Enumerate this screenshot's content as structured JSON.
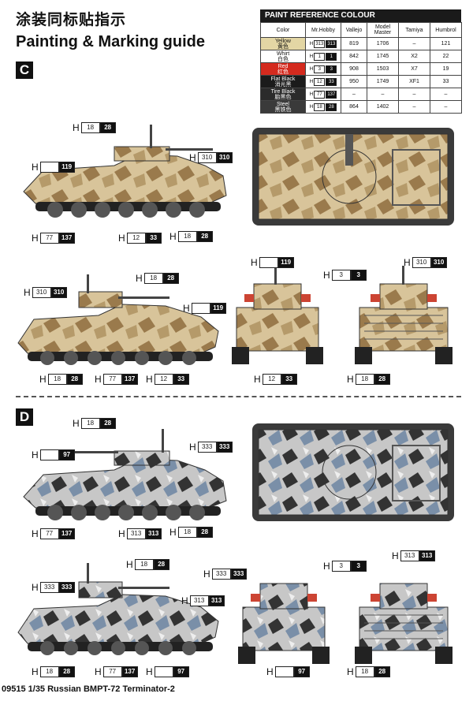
{
  "header": {
    "title_cn": "涂装同标贴指示",
    "title_en": "Painting & Marking guide"
  },
  "reference": {
    "title": "PAINT  REFERENCE COLOUR",
    "columns": [
      "Color",
      "Mr.Hobby",
      "Vallejo",
      "Model Master",
      "Tamiya",
      "Humbrol"
    ],
    "rows": [
      {
        "name_en": "Yellow",
        "name_cn": "黄色",
        "code_a": "H",
        "code_b": "313",
        "code_c": "313",
        "vallejo": "819",
        "master": "1706",
        "tamiya": "–",
        "humbrol": "121",
        "swatch": "yellow"
      },
      {
        "name_en": "Whirt",
        "name_cn": "白色",
        "code_a": "H",
        "code_b": "1",
        "code_c": "1",
        "vallejo": "842",
        "master": "1745",
        "tamiya": "X2",
        "humbrol": "22",
        "swatch": "white"
      },
      {
        "name_en": "Red",
        "name_cn": "红色",
        "code_a": "H",
        "code_b": "3",
        "code_c": "3",
        "vallejo": "908",
        "master": "1503",
        "tamiya": "X7",
        "humbrol": "19",
        "swatch": "red"
      },
      {
        "name_en": "Flat Black",
        "name_cn": "消光黑",
        "code_a": "H",
        "code_b": "12",
        "code_c": "33",
        "vallejo": "950",
        "master": "1749",
        "tamiya": "XF1",
        "humbrol": "33",
        "swatch": "black"
      },
      {
        "name_en": "Tire Black",
        "name_cn": "胎黑色",
        "code_a": "H",
        "code_b": "77",
        "code_c": "137",
        "vallejo": "–",
        "master": "–",
        "tamiya": "–",
        "humbrol": "–",
        "swatch": "tire"
      },
      {
        "name_en": "Steel",
        "name_cn": "黑铁色",
        "code_a": "H",
        "code_b": "18",
        "code_c": "28",
        "vallejo": "864",
        "master": "1402",
        "tamiya": "–",
        "humbrol": "–",
        "swatch": "steel"
      }
    ]
  },
  "sections": {
    "c": "C",
    "d": "D"
  },
  "callouts": {
    "h": "H",
    "c1": {
      "a": "18",
      "b": "28"
    },
    "c2": {
      "a": "",
      "b": "119"
    },
    "c3": {
      "a": "310",
      "b": "310"
    },
    "c4": {
      "a": "77",
      "b": "137"
    },
    "c5": {
      "a": "12",
      "b": "33"
    },
    "c6": {
      "a": "18",
      "b": "28"
    },
    "c7": {
      "a": "18",
      "b": "28"
    },
    "c8": {
      "a": "310",
      "b": "310"
    },
    "c9": {
      "a": "",
      "b": "119"
    },
    "c10": {
      "a": "",
      "b": "119"
    },
    "c11": {
      "a": "3",
      "b": "3"
    },
    "c12": {
      "a": "310",
      "b": "310"
    },
    "c13": {
      "a": "18",
      "b": "28"
    },
    "c14": {
      "a": "77",
      "b": "137"
    },
    "c15": {
      "a": "12",
      "b": "33"
    },
    "c16": {
      "a": "12",
      "b": "33"
    },
    "c17": {
      "a": "18",
      "b": "28"
    },
    "d1": {
      "a": "18",
      "b": "28"
    },
    "d2": {
      "a": "",
      "b": "97"
    },
    "d3": {
      "a": "333",
      "b": "333"
    },
    "d4": {
      "a": "77",
      "b": "137"
    },
    "d5": {
      "a": "313",
      "b": "313"
    },
    "d6": {
      "a": "18",
      "b": "28"
    },
    "d7": {
      "a": "18",
      "b": "28"
    },
    "d8": {
      "a": "333",
      "b": "333"
    },
    "d9": {
      "a": "313",
      "b": "313"
    },
    "d10": {
      "a": "333",
      "b": "333"
    },
    "d11": {
      "a": "3",
      "b": "3"
    },
    "d12": {
      "a": "313",
      "b": "313"
    },
    "d13": {
      "a": "18",
      "b": "28"
    },
    "d14": {
      "a": "77",
      "b": "137"
    },
    "d15": {
      "a": "",
      "b": "97"
    },
    "d16": {
      "a": "",
      "b": "97"
    },
    "d17": {
      "a": "18",
      "b": "28"
    }
  },
  "footer": "09515 1/35 Russian BMPT-72 Terminator-2",
  "colors": {
    "desert_light": "#d8c49a",
    "desert_dark": "#9a7a4c",
    "camo_grey": "#b8b8b8",
    "camo_dark": "#333333",
    "camo_blue": "#7a8fa8"
  }
}
